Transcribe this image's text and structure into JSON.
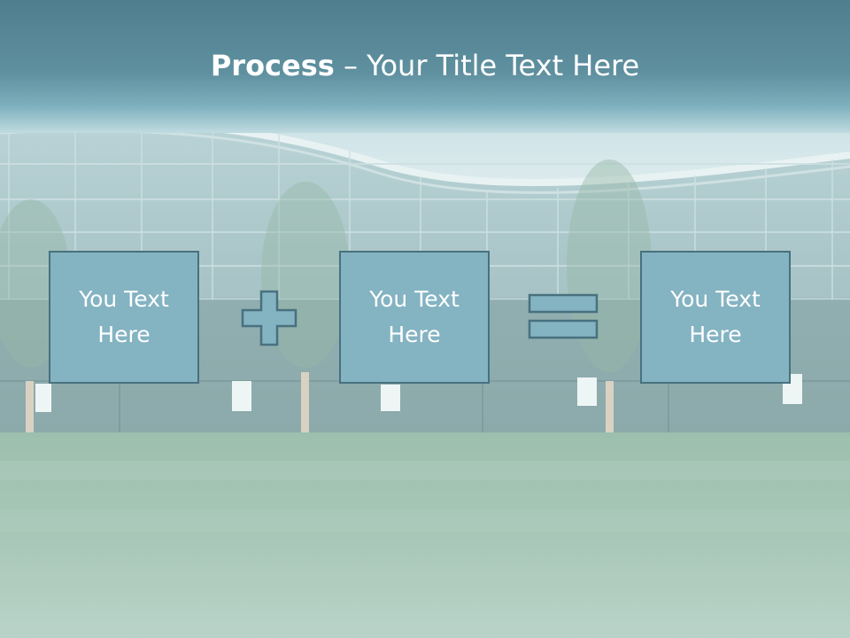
{
  "slide": {
    "title_strong": "Process",
    "title_rest": " – Your Title Text Here",
    "steps": [
      {
        "label": "You Text\nHere"
      },
      {
        "label": "You Text\nHere"
      },
      {
        "label": "You Text\nHere"
      }
    ],
    "operators": [
      {
        "icon": "plus-icon"
      },
      {
        "icon": "equals-icon"
      }
    ]
  },
  "colors": {
    "header": "#5f909f",
    "box_fill": "#84b3c2",
    "box_border": "#48717f",
    "operator_fill": "#84b3c2",
    "title_text": "#ffffff",
    "lawn": "#9fc0b0",
    "building_glass": "#a8c6c8"
  }
}
